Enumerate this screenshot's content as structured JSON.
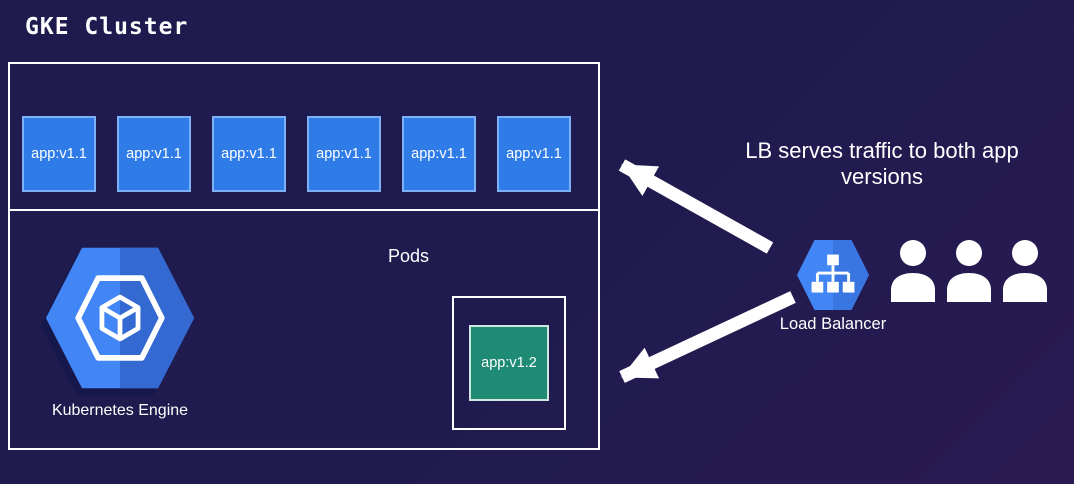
{
  "colors": {
    "background": "#1f1b4e",
    "pod_blue": "#2f7ce8",
    "pod_blue_border": "#7eb0f5",
    "pod_teal": "#1f8b74",
    "pod_teal_border": "#cfe7e0",
    "hex_blue": "#4285f4",
    "hex_blue_dark": "#3469d1",
    "arrow_white": "#ffffff"
  },
  "cluster": {
    "title": "GKE Cluster",
    "pods_label": "Pods",
    "v1_pods": [
      "app:v1.1",
      "app:v1.1",
      "app:v1.1",
      "app:v1.1",
      "app:v1.1",
      "app:v1.1"
    ],
    "v2_pod": "app:v1.2",
    "engine_label": "Kubernetes Engine"
  },
  "right_panel": {
    "annotation": "LB serves traffic to both app versions",
    "load_balancer_label": "Load Balancer"
  },
  "icons": {
    "kubernetes_engine": "gke-hexagon-icon",
    "load_balancer": "hierarchy-icon",
    "users": "user-icon",
    "arrows": "traffic-arrow"
  }
}
